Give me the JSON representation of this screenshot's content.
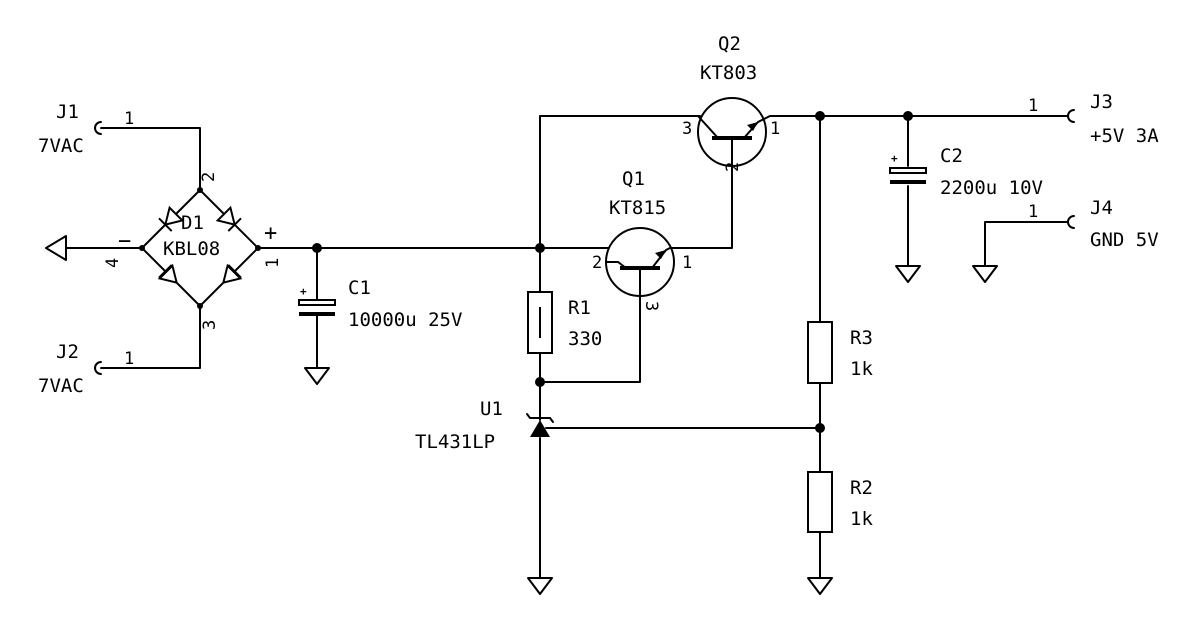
{
  "components": {
    "j1": {
      "ref": "J1",
      "value": "7VAC",
      "pin": "1"
    },
    "j2": {
      "ref": "J2",
      "value": "7VAC",
      "pin": "1"
    },
    "j3": {
      "ref": "J3",
      "value": "+5V 3A",
      "pin": "1"
    },
    "j4": {
      "ref": "J4",
      "value": "GND 5V",
      "pin": "1"
    },
    "d1": {
      "ref": "D1",
      "value": "KBL08",
      "pin_top": "2",
      "pin_bottom": "3",
      "pin_left": "4",
      "pin_right": "1",
      "sign_minus": "−",
      "sign_plus": "+"
    },
    "c1": {
      "ref": "C1",
      "value": "10000u 25V",
      "polarity": "+"
    },
    "c2": {
      "ref": "C2",
      "value": "2200u 10V",
      "polarity": "+"
    },
    "r1": {
      "ref": "R1",
      "value": "330"
    },
    "r2": {
      "ref": "R2",
      "value": "1k"
    },
    "r3": {
      "ref": "R3",
      "value": "1k"
    },
    "q1": {
      "ref": "Q1",
      "value": "KT815",
      "pin_b": "2",
      "pin_e": "1",
      "pin_c": "3"
    },
    "q2": {
      "ref": "Q2",
      "value": "KT803",
      "pin_b": "2",
      "pin_e": "1",
      "pin_c": "3"
    },
    "u1": {
      "ref": "U1",
      "value": "TL431LP"
    }
  }
}
